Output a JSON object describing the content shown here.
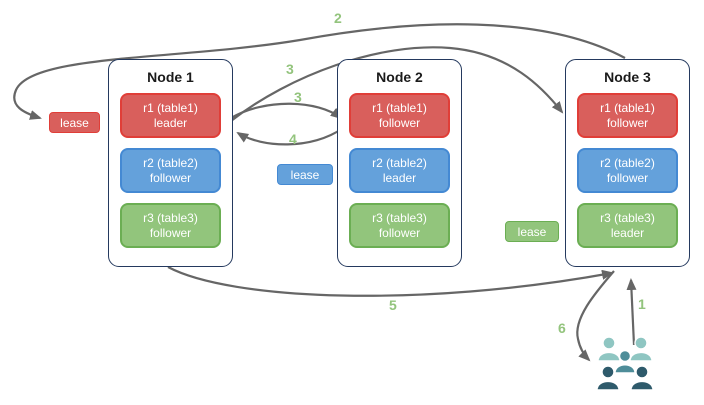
{
  "nodes": [
    {
      "title": "Node 1",
      "replicas": [
        {
          "range": "r1 (table1)",
          "role": "leader",
          "color": "red"
        },
        {
          "range": "r2 (table2)",
          "role": "follower",
          "color": "blue"
        },
        {
          "range": "r3 (table3)",
          "role": "follower",
          "color": "green"
        }
      ]
    },
    {
      "title": "Node 2",
      "replicas": [
        {
          "range": "r1 (table1)",
          "role": "follower",
          "color": "red"
        },
        {
          "range": "r2 (table2)",
          "role": "leader",
          "color": "blue"
        },
        {
          "range": "r3 (table3)",
          "role": "follower",
          "color": "green"
        }
      ]
    },
    {
      "title": "Node 3",
      "replicas": [
        {
          "range": "r1 (table1)",
          "role": "follower",
          "color": "red"
        },
        {
          "range": "r2 (table2)",
          "role": "follower",
          "color": "blue"
        },
        {
          "range": "r3 (table3)",
          "role": "leader",
          "color": "green"
        }
      ]
    }
  ],
  "leases": [
    {
      "label": "lease",
      "color": "#D95F5C"
    },
    {
      "label": "lease",
      "color": "#64A1DB"
    },
    {
      "label": "lease",
      "color": "#92C57C"
    }
  ],
  "step_labels": {
    "s1": "1",
    "s2": "2",
    "s3a": "3",
    "s3b": "3",
    "s4": "4",
    "s5": "5",
    "s6": "6"
  },
  "colors": {
    "red_fill": "#D95F5C",
    "red_border": "#E03E38",
    "blue_fill": "#64A1DB",
    "blue_border": "#4489D3",
    "green_fill": "#92C57C",
    "green_border": "#6BAE53",
    "node_border": "#24395E",
    "arrow": "#666666",
    "step_label": "#93C47D",
    "users_light": "#8FC6C2",
    "users_medium": "#4E8D99",
    "users_dark": "#2E5A6B"
  },
  "icons": {
    "users": "users-group-icon"
  }
}
